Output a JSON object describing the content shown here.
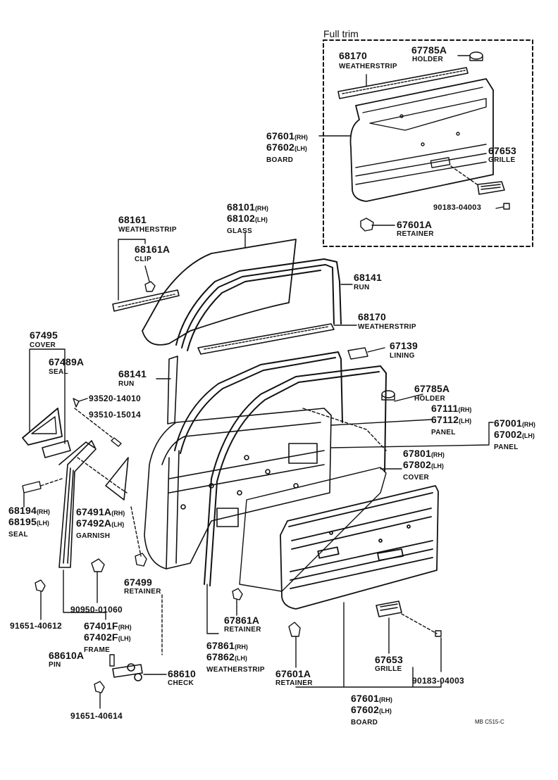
{
  "title": "Full trim",
  "footer": "MB C515-C",
  "labels": {
    "p68170_top": "68170",
    "n_weatherstrip_top": "WEATHERSTRIP",
    "p67785a_top": "67785A",
    "n_holder_top": "HOLDER",
    "p67601_top": "67601",
    "s_rh1": "(RH)",
    "p67602_top": "67602",
    "s_lh1": "(LH)",
    "n_board_top": "BOARD",
    "p67653_top": "67653",
    "n_grille_top": "GRILLE",
    "p90183_top": "90183-04003",
    "p67601a_top": "67601A",
    "n_retainer_top": "RETAINER",
    "p68161": "68161",
    "n_weatherstrip_68161": "WEATHERSTRIP",
    "p68161a": "68161A",
    "n_clip": "CLIP",
    "p68101": "68101",
    "s_rh2": "(RH)",
    "p68102": "68102",
    "s_lh2": "(LH)",
    "n_glass": "GLASS",
    "p68141_r": "68141",
    "n_run_r": "RUN",
    "p68170": "68170",
    "n_weatherstrip_68170": "WEATHERSTRIP",
    "p67139": "67139",
    "n_lining": "LINING",
    "p67495": "67495",
    "n_cover_67495": "COVER",
    "p67489a": "67489A",
    "n_seal_67489a": "SEAL",
    "p68141_l": "68141",
    "n_run_l": "RUN",
    "p93520": "93520-14010",
    "p93510": "93510-15014",
    "p67785a": "67785A",
    "n_holder": "HOLDER",
    "p67111": "67111",
    "s_rh3": "(RH)",
    "p67112": "67112",
    "s_lh3": "(LH)",
    "n_panel_67111": "PANEL",
    "p67001": "67001",
    "s_rh4": "(RH)",
    "p67002": "67002",
    "s_lh4": "(LH)",
    "n_panel_67001": "PANEL",
    "p67801": "67801",
    "s_rh5": "(RH)",
    "p67802": "67802",
    "s_lh5": "(LH)",
    "n_cover_67801": "COVER",
    "p68194": "68194",
    "s_rh6": "(RH)",
    "p68195": "68195",
    "s_lh6": "(LH)",
    "n_seal_68194": "SEAL",
    "p67491a": "67491A",
    "s_rh7": "(RH)",
    "p67492a": "67492A",
    "s_lh7": "(LH)",
    "n_garnish": "GARNISH",
    "p67499": "67499",
    "n_retainer_67499": "RETAINER",
    "p90950": "90950-01060",
    "p91651_40612": "91651-40612",
    "p67401f": "67401F",
    "s_rh8": "(RH)",
    "p67402f": "67402F",
    "s_lh8": "(LH)",
    "n_frame": "FRAME",
    "p68610a": "68610A",
    "n_pin": "PIN",
    "p68610": "68610",
    "n_check": "CHECK",
    "p91651_40614": "91651-40614",
    "p67861a": "67861A",
    "n_retainer_67861a": "RETAINER",
    "p67861": "67861",
    "s_rh9": "(RH)",
    "p67862": "67862",
    "s_lh9": "(LH)",
    "n_weatherstrip_67861": "WEATHERSTRIP",
    "p67601a": "67601A",
    "n_retainer_67601a": "RETAINER",
    "p67653": "67653",
    "n_grille": "GRILLE",
    "p90183": "90183-04003",
    "p67601": "67601",
    "s_rh10": "(RH)",
    "p67602": "67602",
    "s_lh10": "(LH)",
    "n_board": "BOARD"
  }
}
